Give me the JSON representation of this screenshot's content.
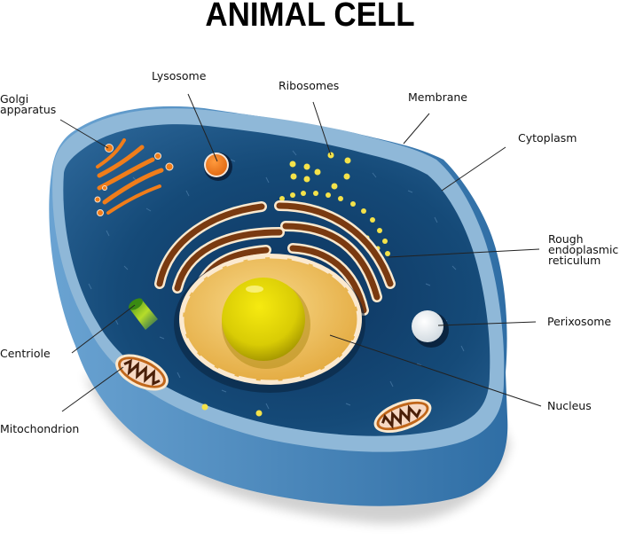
{
  "title": "ANIMAL CELL",
  "labels": {
    "golgi": "Golgi\napparatus",
    "golgi_line1": "Golgi",
    "golgi_line2": "apparatus",
    "lysosome": "Lysosome",
    "ribosomes": "Ribosomes",
    "membrane": "Membrane",
    "cytoplasm": "Cytoplasm",
    "rer_line1": "Rough",
    "rer_line2": "endoplasmic",
    "rer_line3": "reticulum",
    "perixosome": "Perixosome",
    "nucleus": "Nucleus",
    "centriole": "Centriole",
    "mitochondrion": "Mitochondrion"
  },
  "colors": {
    "membrane_light": "#8fb8d8",
    "membrane_side": "#5a93c4",
    "cytoplasm": "#154a78",
    "cytoplasm_dark": "#0b2c4c",
    "nucleus": "#f2c35c",
    "nucleolus": "#e8e000",
    "er_brown": "#7a3a10",
    "golgi_orange": "#f07d1a",
    "ribosome_yellow": "#f4e24a",
    "centriole_green": "#7cc21c",
    "perixosome_white": "#f2f4f6",
    "leader_line": "#222222"
  }
}
